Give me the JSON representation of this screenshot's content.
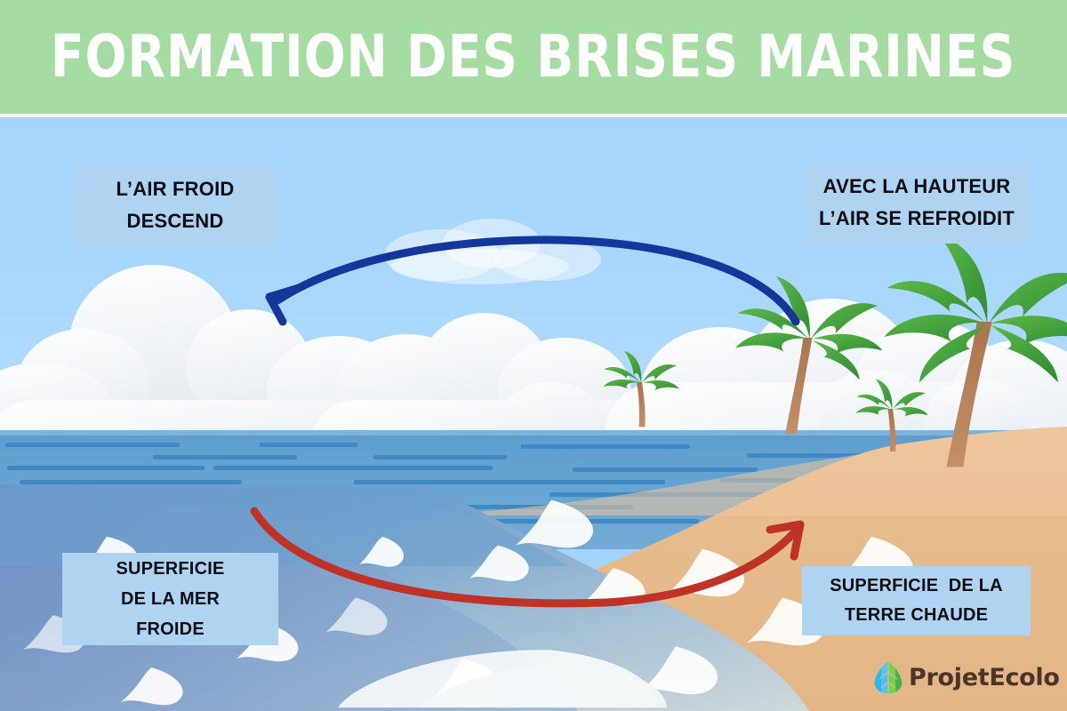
{
  "banner": {
    "title": "FORMATION DES BRISES MARINES",
    "background_color": "#a5dca2",
    "text_color": "#ffffff"
  },
  "labels": {
    "cold_air": {
      "line1": "L’AIR FROID",
      "line2": "DESCEND"
    },
    "altitude": {
      "line1": "AVEC  LA HAUTEUR",
      "line2": "L’AIR SE REFROIDIT"
    },
    "sea_surface": {
      "line1": "SUPERFICIE",
      "line2": "DE LA MER",
      "line3": "FROIDE"
    },
    "land_surface": {
      "line1": "SUPERFICIE  DE LA",
      "line2": "TERRE CHAUDE"
    },
    "box_color": "#aed4f2",
    "text_color": "#0d0d12"
  },
  "arrows": {
    "upper": {
      "name": "cold-air-descending-arrow",
      "color": "#13379b",
      "direction": "right-to-left"
    },
    "lower": {
      "name": "warm-air-rising-arrow",
      "color": "#c0392b",
      "direction": "left-to-right"
    }
  },
  "scene": {
    "sky_color": "#a3d4fc",
    "sea_color": "#5e9ecd",
    "sand_color": "#e5b98a",
    "cloud_color": "#eef2f6",
    "palm_frond_color": "#4fa43a",
    "palm_trunk_color": "#b07a55",
    "foam_color": "#ffffff"
  },
  "logo": {
    "name": "ProjetEcolo",
    "text": "ProjetEcolo",
    "text_color": "#4a3526",
    "leaf_colors": [
      "#29b6e8",
      "#4fc3f7",
      "#7ccf4a",
      "#4caf50"
    ]
  }
}
